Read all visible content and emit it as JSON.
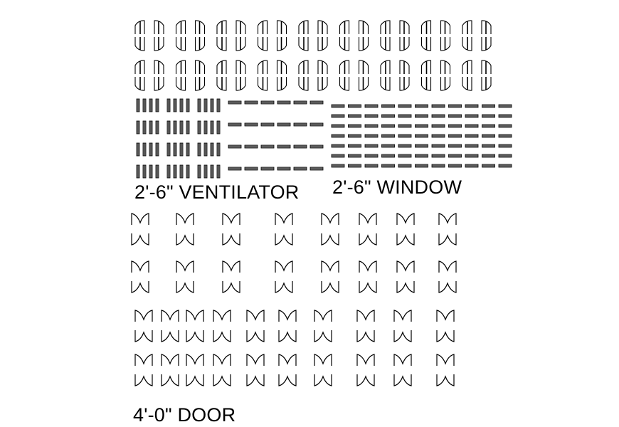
{
  "labels": {
    "ventilator": "2'-6\" VENTILATOR",
    "window": "2'-6\" WINDOW",
    "door": "4'-0\" DOOR"
  },
  "colors": {
    "background": "#ffffff",
    "line": "#000000",
    "fill": "#7a7a7a"
  },
  "symbols": {
    "top_swing": "double-leaf-swing",
    "ventilator": "vertical-frame",
    "window": "horizontal-frame",
    "door": "door-swing"
  }
}
